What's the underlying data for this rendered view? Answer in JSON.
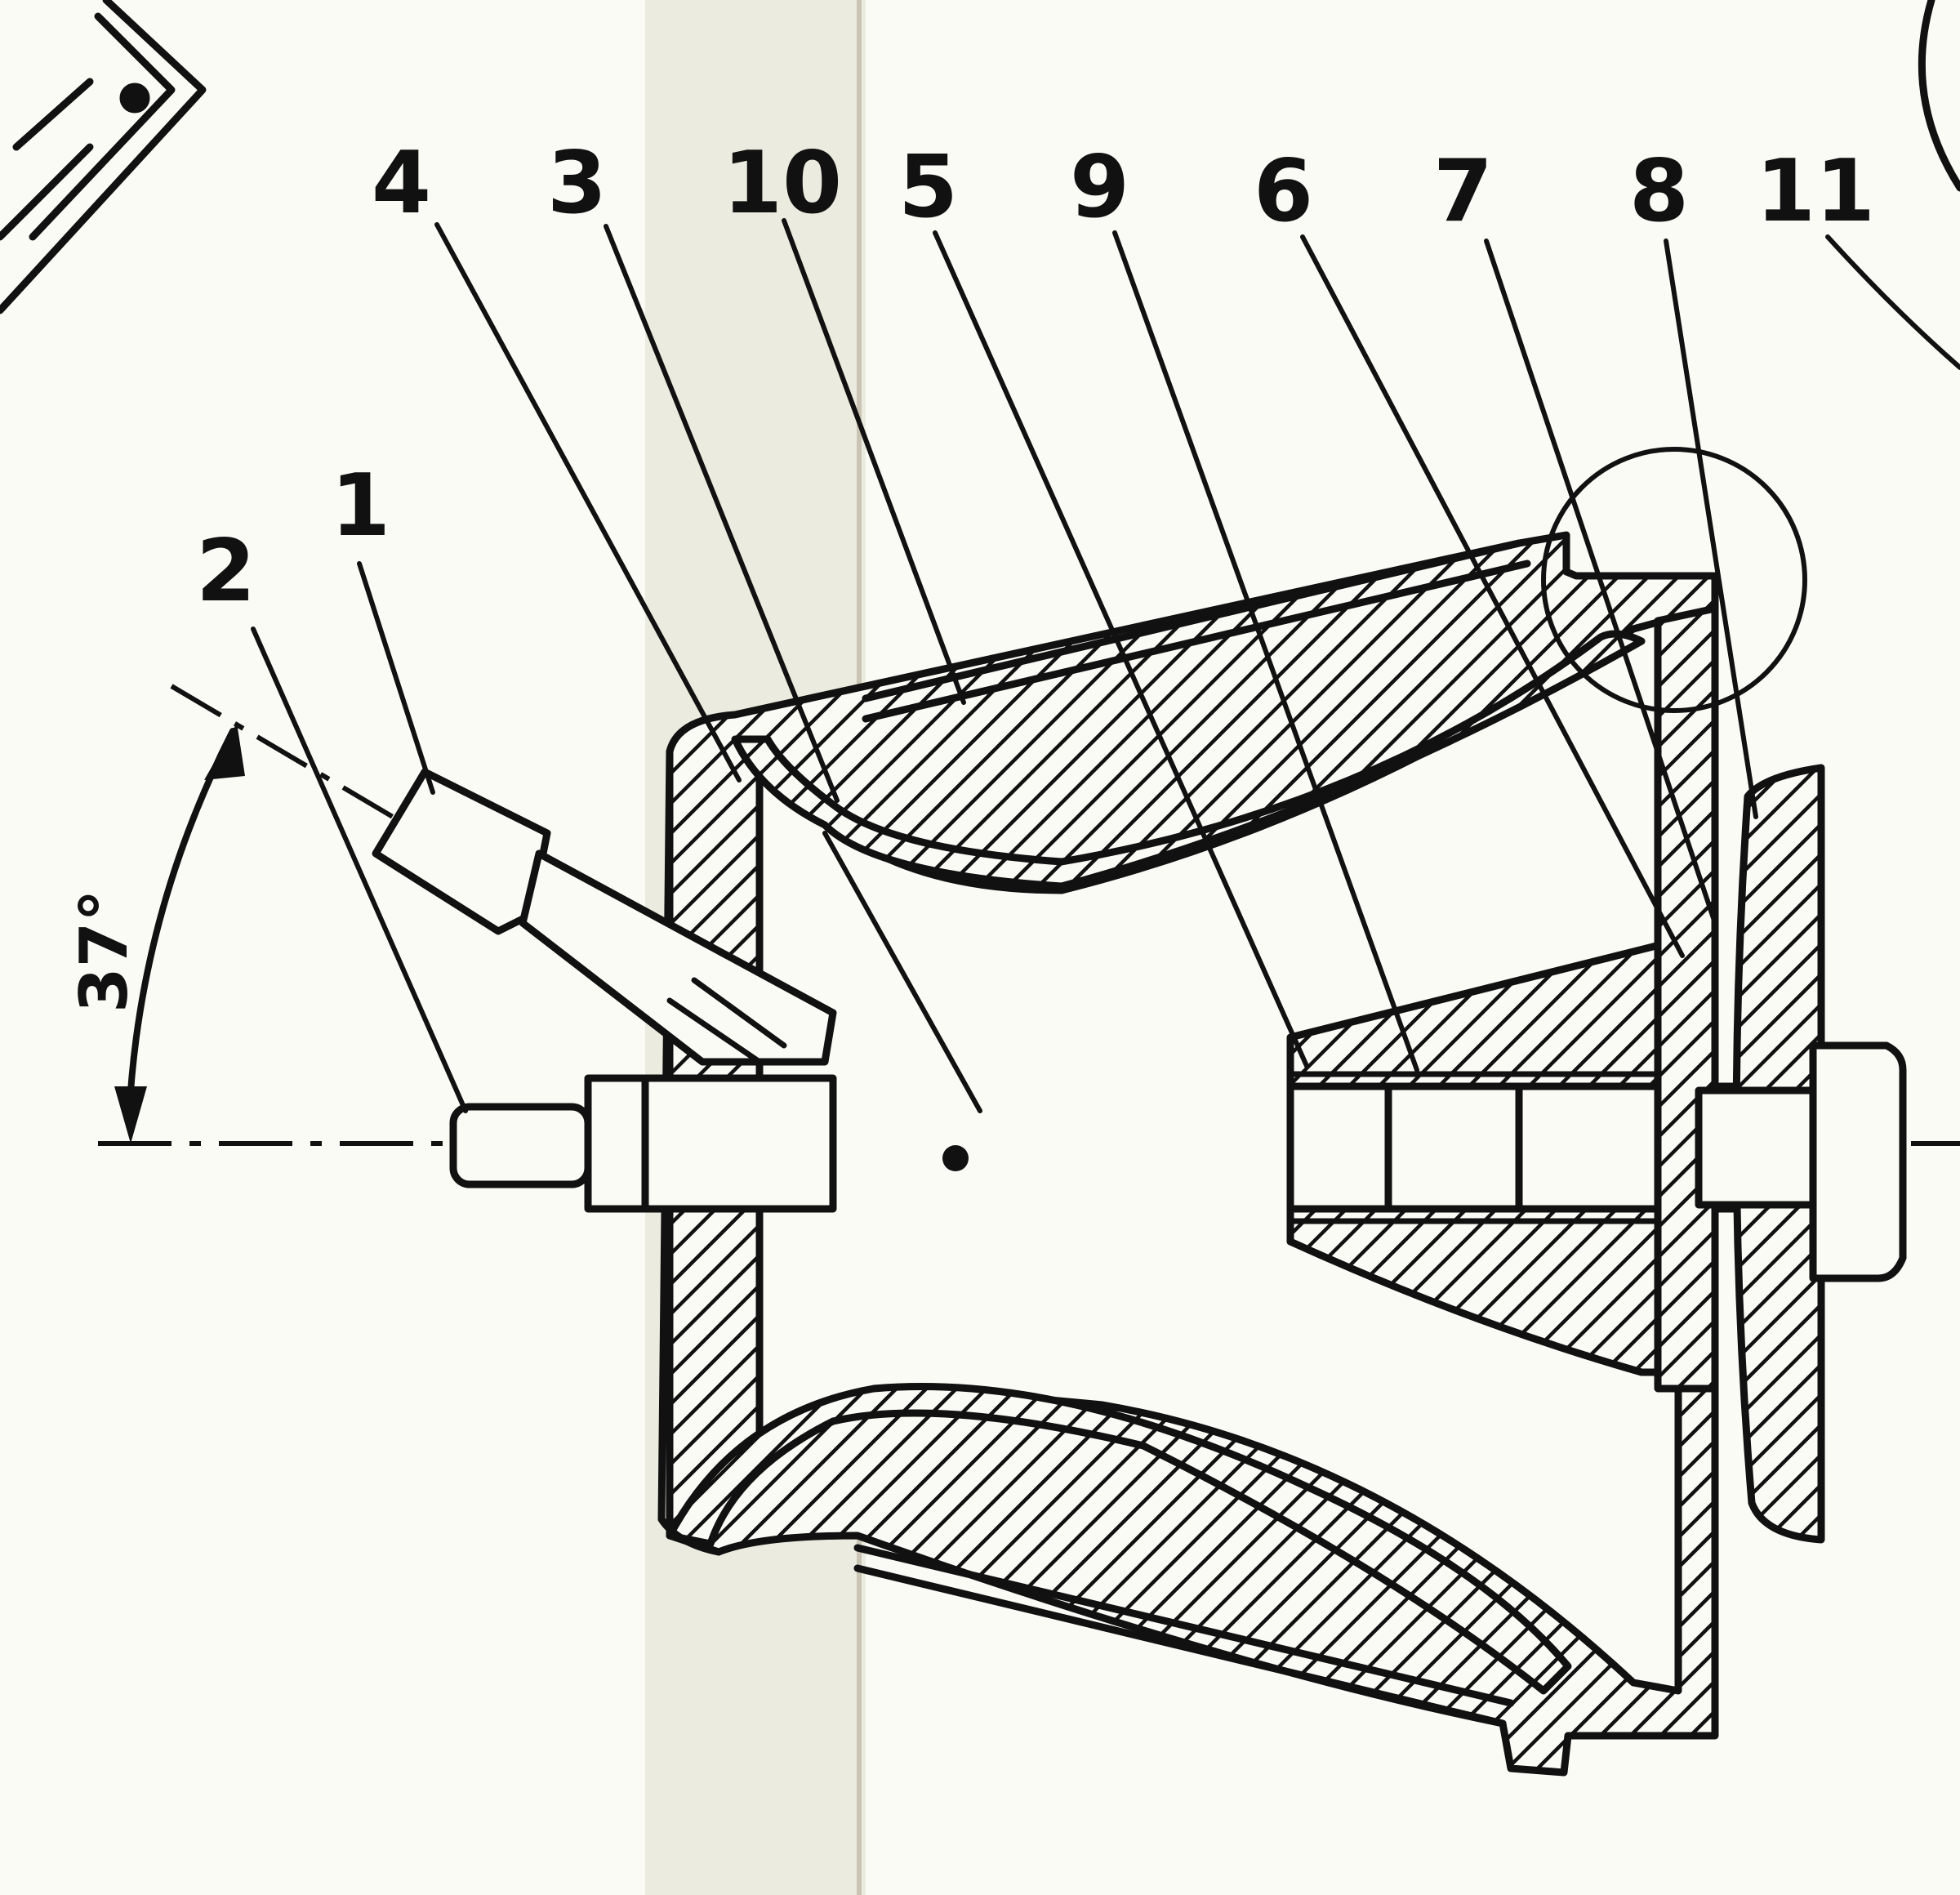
{
  "drawing": {
    "part_numbers": [
      "4",
      "3",
      "10",
      "5",
      "9",
      "6",
      "7",
      "8",
      "11",
      "2",
      "1"
    ],
    "angle_label": "37°",
    "colors": {
      "paper": "#fbfbf6",
      "ink": "#111111",
      "fold": "#e9e7d8"
    }
  }
}
